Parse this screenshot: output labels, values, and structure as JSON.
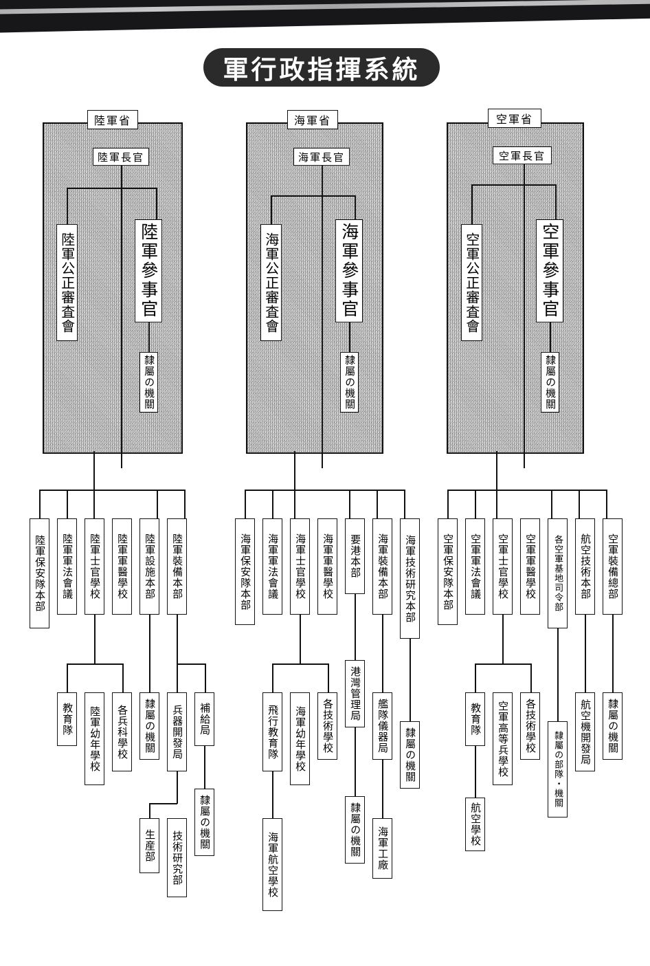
{
  "title": "軍行政指揮系統",
  "labels": {
    "subordinate_org": "隸屬の機關",
    "subordinate_unit_org": "隸屬の部隊・機關"
  },
  "columns": [
    {
      "id": "army",
      "ministry": "陸軍省",
      "chief": "陸軍長官",
      "review_board": "陸軍公正審査會",
      "counselor": "陸軍參事官",
      "counselor_child": "隸屬の機關",
      "level2": [
        "陸軍保安隊本部",
        "陸軍軍法會議",
        "陸軍士官學校",
        "陸軍軍醫學校",
        "陸軍設施本部",
        "陸軍裝備本部"
      ],
      "level3": [
        "教育隊",
        "陸軍幼年學校",
        "各兵科學校",
        "隸屬の機關",
        "兵器開發局",
        "補給局"
      ],
      "level4": [
        "生産部",
        "技術研究部",
        "隸屬の機關"
      ]
    },
    {
      "id": "navy",
      "ministry": "海軍省",
      "chief": "海軍長官",
      "review_board": "海軍公正審査會",
      "counselor": "海軍參事官",
      "counselor_child": "隸屬の機關",
      "level2": [
        "海軍保安隊本部",
        "海軍軍法會議",
        "海軍士官學校",
        "海軍軍醫學校",
        "要港本部",
        "海軍裝備本部",
        "海軍技術研究本部"
      ],
      "level3": [
        "飛行教育隊",
        "海軍幼年學校",
        "各技術學校",
        "港灣管理局",
        "艦隊儀器局",
        "隸屬の機關"
      ],
      "level4": [
        "海軍航空學校",
        "隸屬の機關",
        "海軍工廠"
      ]
    },
    {
      "id": "airforce",
      "ministry": "空軍省",
      "chief": "空軍長官",
      "review_board": "空軍公正審査會",
      "counselor": "空軍參事官",
      "counselor_child": "隸屬の機關",
      "level2": [
        "空軍保安隊本部",
        "空軍軍法會議",
        "空軍士官學校",
        "空軍軍醫學校",
        "各空軍基地司令部",
        "航空技術本部",
        "空軍裝備總部"
      ],
      "level3": [
        "教育隊",
        "空軍高等兵學校",
        "各技術學校",
        "隸屬の部隊・機關",
        "航空機開發局",
        "隸屬の機關"
      ],
      "level4": [
        "航空學校"
      ]
    }
  ]
}
